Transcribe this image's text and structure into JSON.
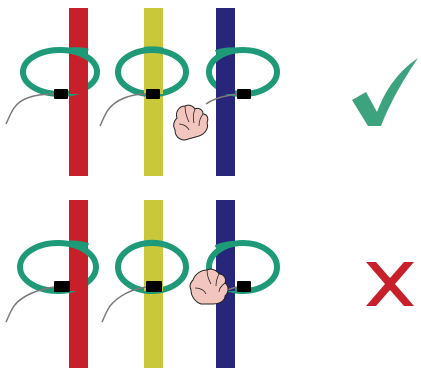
{
  "colors": {
    "background": "#ffffff",
    "bar_red": "#c8202a",
    "bar_yellow": "#c9c73a",
    "bar_navy": "#27267a",
    "loop": "#1f9a78",
    "clamp": "#000000",
    "cable": "#7a7a7a",
    "hand_fill": "#f3c5bf",
    "hand_stroke": "#222222",
    "check": "#3da27e",
    "cross": "#c8202a"
  },
  "icons": {
    "correct": "check-mark-icon",
    "incorrect": "x-mark-icon",
    "hand": "hand-icon"
  },
  "rows": [
    {
      "id": "correct-row",
      "verdict": "correct"
    },
    {
      "id": "incorrect-row",
      "verdict": "incorrect"
    }
  ]
}
